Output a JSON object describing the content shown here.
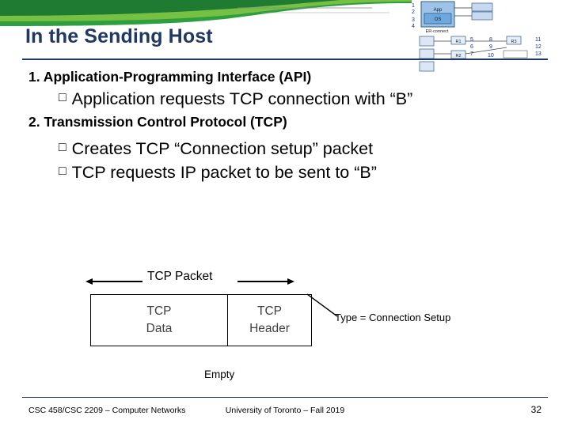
{
  "slide": {
    "title": "In the Sending Host",
    "accent_color": "#1F3864",
    "bullets": [
      {
        "level": 1,
        "text": "1. Application-Programming Interface (API)"
      },
      {
        "level": 2,
        "marker": "□",
        "text": "Application requests TCP connection with “B”"
      },
      {
        "level": 1,
        "text": "2. Transmission Control Protocol (TCP)"
      },
      {
        "level": 2,
        "marker": "□",
        "text": "Creates TCP “Connection setup” packet"
      },
      {
        "level": 2,
        "marker": "□",
        "text": "TCP requests IP packet to be sent to “B”"
      }
    ],
    "diagram": {
      "packet_label": "TCP Packet",
      "cells": [
        {
          "line1": "TCP",
          "line2": "Data"
        },
        {
          "line1": "TCP",
          "line2": "Header"
        }
      ],
      "annotation": "Type = Connection Setup",
      "empty_label": "Empty"
    },
    "thumbnail": {
      "app_label": "App",
      "os_label": "OS",
      "stack_numbers": [
        "1",
        "2",
        "3",
        "4"
      ],
      "link_label": "ER-connect",
      "router_labels": [
        "R1",
        "R2",
        "R3"
      ],
      "path_numbers": [
        "5",
        "6",
        "7",
        "8",
        "9",
        "10",
        "11",
        "12",
        "13"
      ]
    },
    "footer": {
      "left": "CSC 458/CSC 2209 – Computer Networks",
      "center": "University of Toronto – Fall 2019",
      "page": "32"
    }
  }
}
